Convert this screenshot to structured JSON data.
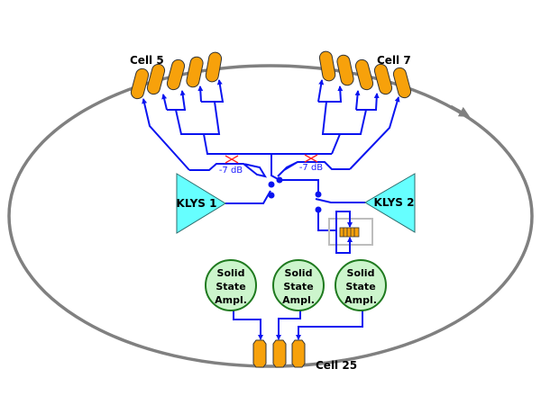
{
  "labels": {
    "cell_left": "Cell 5",
    "cell_right": "Cell 7",
    "cell_bottom": "Cell 25",
    "klystron_1": "KLYS 1",
    "klystron_2": "KLYS 2",
    "coupler_left": "-7 dB",
    "coupler_right": "-7 dB"
  },
  "amplifiers": [
    {
      "lines": [
        "Solid",
        "State",
        "Ampl."
      ]
    },
    {
      "lines": [
        "Solid",
        "State",
        "Ampl."
      ]
    },
    {
      "lines": [
        "Solid",
        "State",
        "Ampl."
      ]
    }
  ],
  "colors": {
    "ring": "#808080",
    "waveguide": "#0a14f0",
    "cavity": "#f7a10b",
    "klystron": "#66ffff",
    "amplifier": "#ccf5cc",
    "amplifier_border": "#1f7a1f",
    "coupler_mark": "#ff2020"
  }
}
